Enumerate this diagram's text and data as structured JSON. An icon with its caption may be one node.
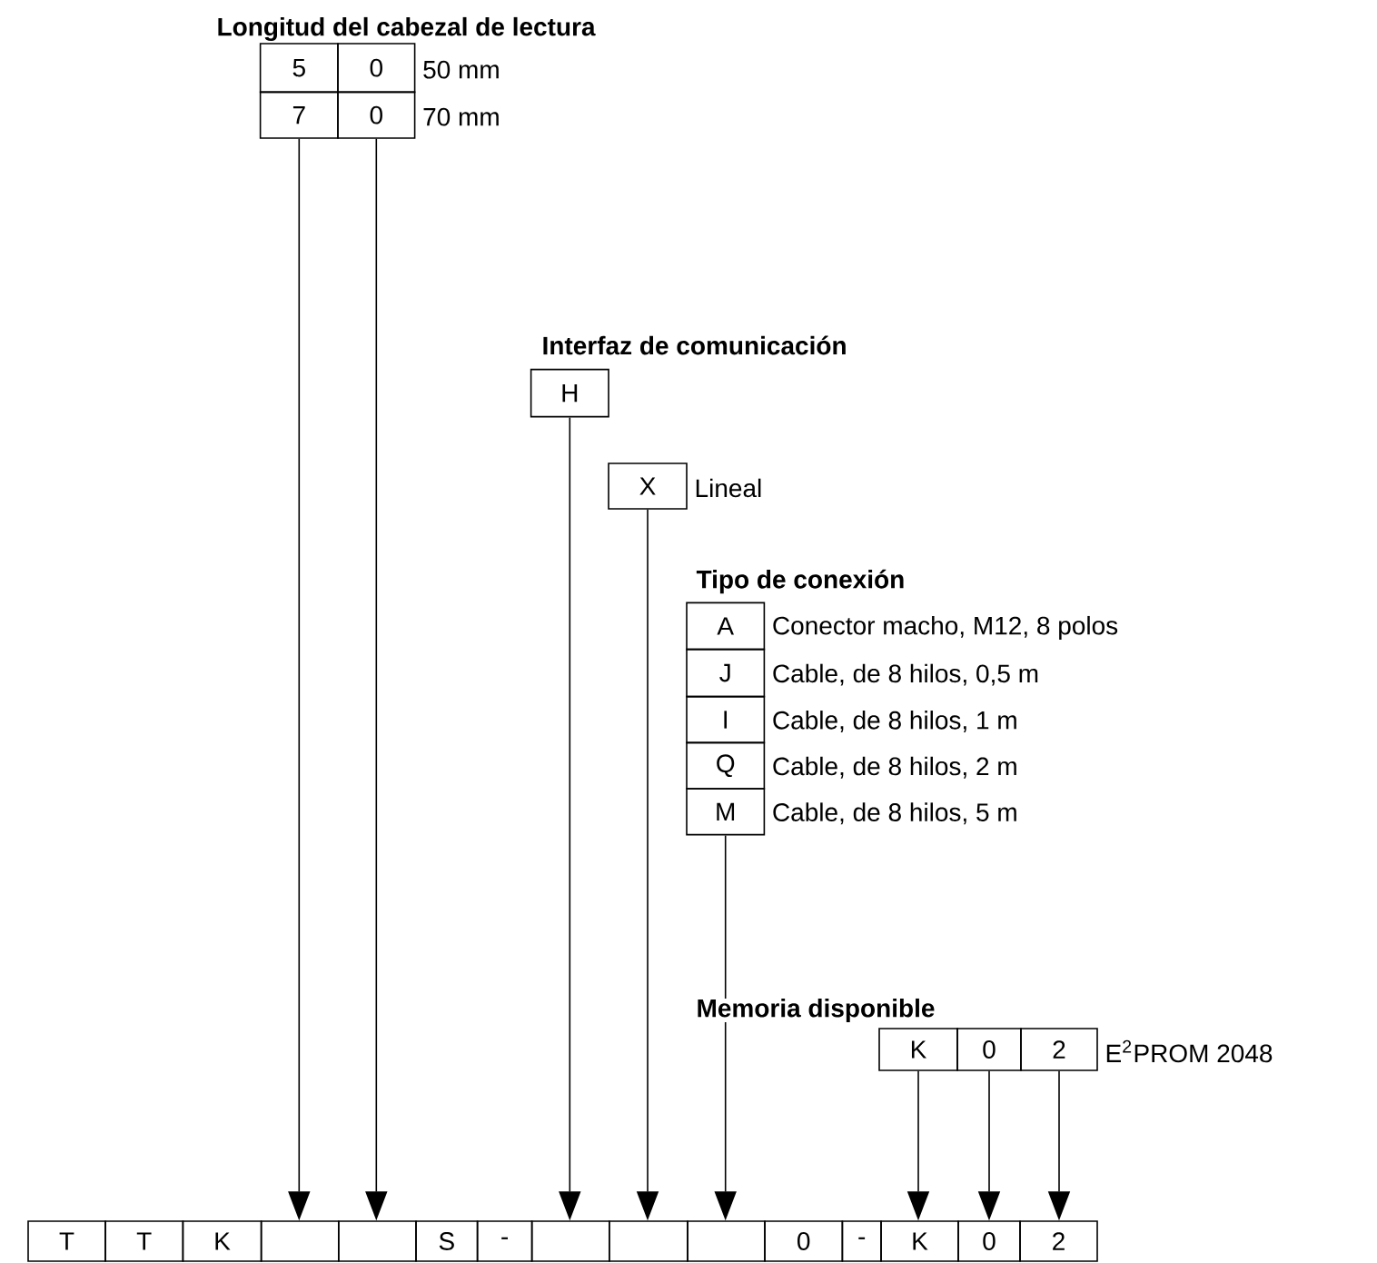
{
  "diagram": {
    "nodes": [
      {
        "text": [
          "5"
        ]
      },
      {
        "text": [
          "0"
        ],
        "beside": [
          "50 mm"
        ]
      },
      {
        "text": [
          "7"
        ]
      },
      {
        "text": [
          "0"
        ],
        "beside": [
          "70 mm"
        ]
      },
      {
        "text": [
          "H"
        ]
      },
      {
        "text": [
          "X"
        ],
        "beside": [
          "Lineal"
        ]
      },
      {
        "text": [
          "A"
        ],
        "beside": [
          "Conector macho, M12, 8 polos"
        ]
      },
      {
        "text": [
          "J"
        ],
        "beside": [
          "Cable, de 8 hilos, 0,5 m"
        ]
      },
      {
        "text": [
          "I"
        ],
        "beside": [
          "Cable, de 8 hilos, 1 m"
        ]
      },
      {
        "text": [
          "Q"
        ],
        "beside": [
          "Cable, de 8 hilos, 2 m"
        ]
      },
      {
        "text": [
          "M"
        ],
        "beside": [
          "Cable, de 8 hilos, 5 m"
        ]
      },
      {
        "text": [
          "K"
        ]
      },
      {
        "text": [
          "0"
        ]
      },
      {
        "text": [
          "2"
        ],
        "beside": [
          "E$^{2}$PROM 2048"
        ]
      },
      {
        "text": [
          "T"
        ]
      },
      {
        "text": [
          "T"
        ]
      },
      {
        "text": [
          "K"
        ]
      },
      {
        "text": [],
        "shape": "box"
      },
      {
        "text": [],
        "shape": "box"
      },
      {
        "text": [
          "S"
        ]
      },
      {
        "text": [
          "-"
        ]
      },
      {
        "text": [],
        "shape": "box"
      },
      {
        "text": [],
        "shape": "box"
      },
      {
        "text": [],
        "shape": "box"
      },
      {
        "text": [
          "0"
        ]
      },
      {
        "text": [
          "-"
        ]
      },
      {
        "text": [
          "K"
        ]
      },
      {
        "text": [
          "0"
        ]
      },
      {
        "text": [
          "2"
        ]
      }
    ],
    "edges": [
      {
        "from": 2,
        "to": 17,
        "arrow": "to"
      },
      {
        "from": 3,
        "to": 18,
        "arrow": "to"
      },
      {
        "from": 4,
        "to": 21,
        "arrow": "to"
      },
      {
        "from": 5,
        "to": 22,
        "arrow": "to"
      },
      {
        "from": 10,
        "to": 23,
        "arrow": "to"
      },
      {
        "from": 11,
        "to": 26,
        "arrow": "to"
      },
      {
        "from": 12,
        "to": 27,
        "arrow": "to"
      },
      {
        "from": 13,
        "to": 28,
        "arrow": "to"
      }
    ],
    "labels": [
      "Longitud del cabezal de lectura",
      "Interfaz de comunicación",
      "Tipo de conexión",
      "Memoria disponible"
    ]
  }
}
